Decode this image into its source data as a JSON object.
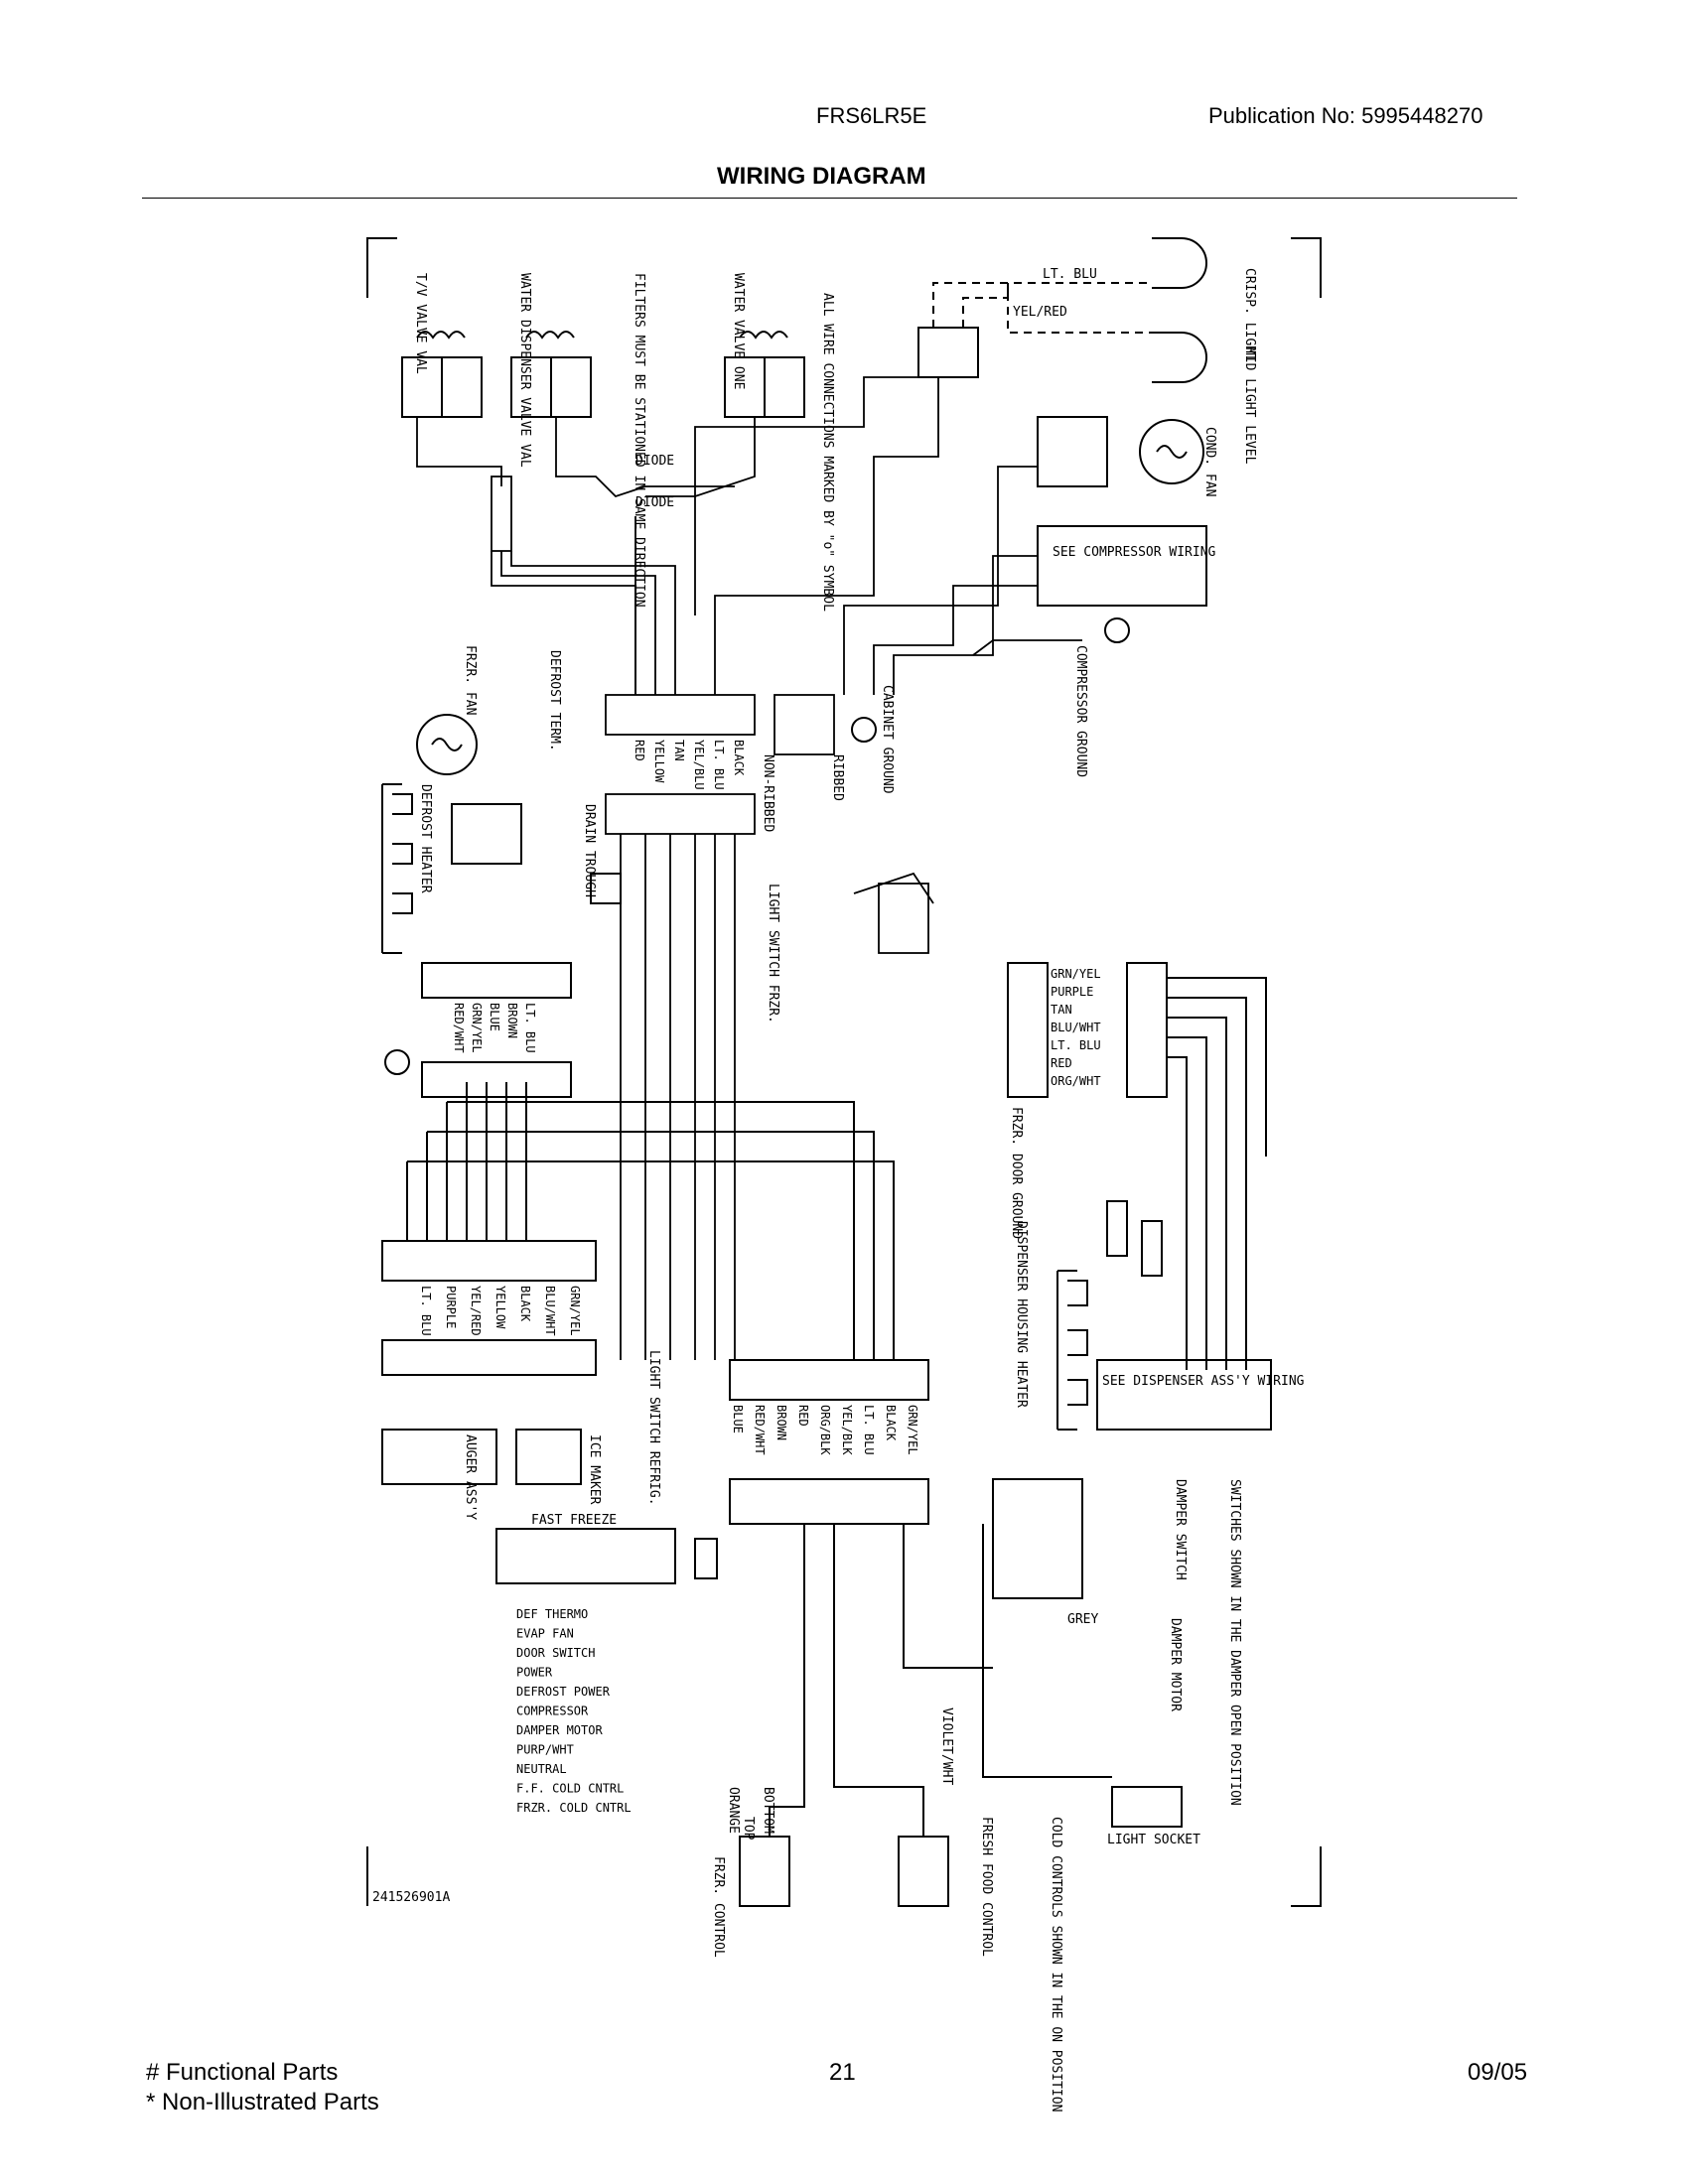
{
  "header": {
    "model": "FRS6LR5E",
    "publication": "Publication No:  5995448270",
    "title": "WIRING DIAGRAM"
  },
  "diagram": {
    "top_notes": {
      "vav": "T/V\nVALVE\nVAL",
      "dispenser_valve": "WATER\nDISPENSER\nVALVE\nVAL",
      "filter_note": "FILTERS MUST BE\nSTATIONED IN\nSAME DIRECTION",
      "water_valve": "WATER\nVALVE\nONE",
      "connections_note": "ALL WIRE CONNECTIONS\nMARKED BY \"o\" SYMBOL"
    },
    "crisper": "CRISP.\nLIGHT",
    "mid_level": "MID\nLIGHT LEVEL",
    "lt_blu": "LT. BLU",
    "yel_red": "YEL/RED",
    "diode1": "DIODE",
    "diode2": "DIODE",
    "cond_fan": "COND. FAN",
    "see_compressor": "SEE\nCOMPRESSOR\nWIRING",
    "compressor_ground": "COMPRESSOR\nGROUND",
    "cabinet_ground": "CABINET\nGROUND",
    "frzr_fan": "FRZR.\nFAN",
    "defrost_term": "DEFROST\nTERM.",
    "defrost_heater": "DEFROST HEATER",
    "drain_trough": "DRAIN\nTROUGH",
    "harness_top": [
      "BLACK",
      "LT. BLU",
      "YEL/BLU",
      "TAN",
      "YELLOW",
      "RED"
    ],
    "ribbed": "RIBBED",
    "non_ribbed": "NON-RIBBED",
    "light_switch_frzr": "LIGHT SWITCH\nFRZR.",
    "harness_mid": [
      "LT. BLU",
      "BROWN",
      "BLUE",
      "GRN/YEL",
      "RED/WHT"
    ],
    "right_harness": [
      "GRN/YEL",
      "PURPLE",
      "TAN",
      "BLU/WHT",
      "LT. BLU",
      "RED",
      "ORG/WHT"
    ],
    "frzr_door_ground": "FRZR. DOOR\nGROUND",
    "dispenser_housing_heater": "DISPENSER HOUSING HEATER",
    "see_dispenser": "SEE\nDISPENSER ASS'Y\nWIRING",
    "harness_left": [
      "GRN/YEL",
      "BLU/WHT",
      "BLACK",
      "YELLOW",
      "YEL/RED",
      "PURPLE",
      "LT. BLU"
    ],
    "auger_assy": "AUGER\nASS'Y",
    "ice_maker": "ICE\nMAKER",
    "light_switch_refrig": "LIGHT SWITCH\nREFRIG.",
    "harness_bottom": [
      "GRN/YEL",
      "BLACK",
      "LT. BLU",
      "YEL/BLK",
      "ORG/BLK",
      "RED",
      "BROWN",
      "RED/WHT",
      "BLUE"
    ],
    "fast_freeze": "FAST FREEZE",
    "control_labels": [
      "DEF THERMO",
      "EVAP FAN",
      "DOOR SWITCH",
      "POWER",
      "DEFROST POWER",
      "COMPRESSOR",
      "DAMPER MOTOR",
      "PURP/WHT",
      "NEUTRAL",
      "F.F. COLD CNTRL",
      "FRZR. COLD CNTRL"
    ],
    "switches_note": "SWITCHES SHOWN IN THE DAMPER OPEN POSITION",
    "damper_switch": "DAMPER\nSWITCH",
    "damper_motor": "DAMPER\nMOTOR",
    "grey": "GREY",
    "light_socket": "LIGHT SOCKET",
    "violet_wht": "VIOLET/WHT",
    "orange": "ORANGE",
    "bottom": "BOTTOM",
    "top": "TOP",
    "frzr_control": "FRZR.\nCONTROL",
    "fresh_food_control": "FRESH FOOD\nCONTROL",
    "cold_controls_note": "COLD CONTROLS\nSHOWN IN THE\nON POSITION",
    "part_code": "241526901A"
  },
  "footer": {
    "functional": "# Functional Parts",
    "non_illustrated": "* Non-Illustrated Parts",
    "page": "21",
    "date": "09/05"
  }
}
